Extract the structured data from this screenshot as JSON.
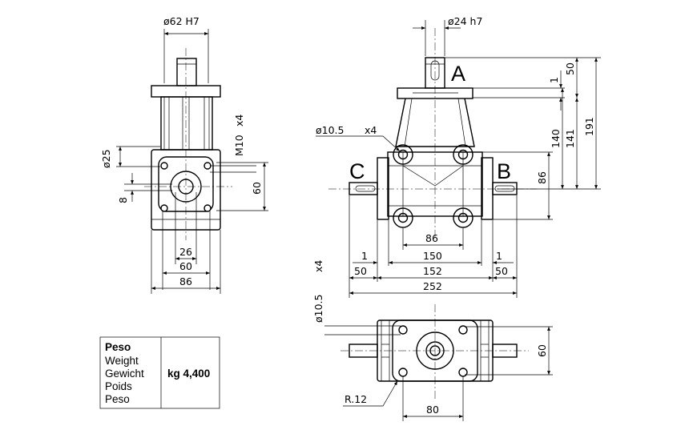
{
  "side_view": {
    "labels": {
      "shaft_fit": "ø62 H7",
      "hub_dia": "ø25",
      "thread": "M10",
      "thread_qty": "x4",
      "keyway": "8",
      "height_60": "60",
      "d26": "26",
      "d60": "60",
      "d86": "86"
    }
  },
  "front_view": {
    "labels": {
      "shaft_fit": "ø24 h7",
      "hole_dia": "ø10.5",
      "hole_qty": "x4",
      "shaft_a": "A",
      "shaft_b": "B",
      "shaft_c": "C",
      "d1_top": "1",
      "d50_top": "50",
      "d140": "140",
      "d141": "141",
      "d191": "191",
      "d86_v": "86",
      "d86_h": "86",
      "d1_left": "1",
      "d150": "150",
      "d1_right": "1",
      "d50_left": "50",
      "d152": "152",
      "d50_right": "50",
      "d252": "252"
    }
  },
  "bottom_view": {
    "labels": {
      "hole_dia": "ø10.5",
      "hole_qty": "x4",
      "d60": "60",
      "radius": "R.12",
      "d80": "80"
    }
  },
  "weight_table": {
    "labels": [
      "Peso",
      "Weight",
      "Gewicht",
      "Poids",
      "Peso"
    ],
    "value": "kg 4,400"
  }
}
